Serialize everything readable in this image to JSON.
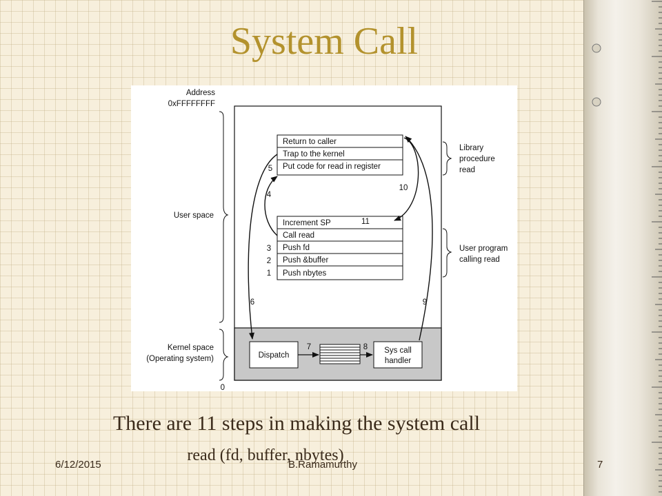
{
  "title": "System Call",
  "diagram": {
    "address_label": "Address",
    "address_top": "0xFFFFFFFF",
    "address_bottom": "0",
    "user_space": "User space",
    "kernel_space_1": "Kernel space",
    "kernel_space_2": "(Operating system)",
    "library_1": "Library",
    "library_2": "procedure",
    "library_3": "read",
    "user_program_1": "User program",
    "user_program_2": "calling read",
    "library_rows": [
      "Return to caller",
      "Trap to the kernel",
      "Put code for read in register"
    ],
    "program_rows": [
      "Increment SP",
      "Call read",
      "Push fd",
      "Push &buffer",
      "Push nbytes"
    ],
    "dispatch": "Dispatch",
    "handler_1": "Sys call",
    "handler_2": "handler",
    "steps": {
      "s1": "1",
      "s2": "2",
      "s3": "3",
      "s4": "4",
      "s5": "5",
      "s6": "6",
      "s7": "7",
      "s8": "8",
      "s9": "9",
      "s10": "10",
      "s11": "11"
    }
  },
  "caption": "There are 11 steps in making the system call",
  "subcaption": "read (fd, buffer, nbytes)",
  "footer": {
    "date": "6/12/2015",
    "author": "B.Ramamurthy",
    "page": "7"
  },
  "colors": {
    "title": "#b3922d",
    "kernel_fill": "#c8c8c8",
    "background": "#f7efdc"
  }
}
